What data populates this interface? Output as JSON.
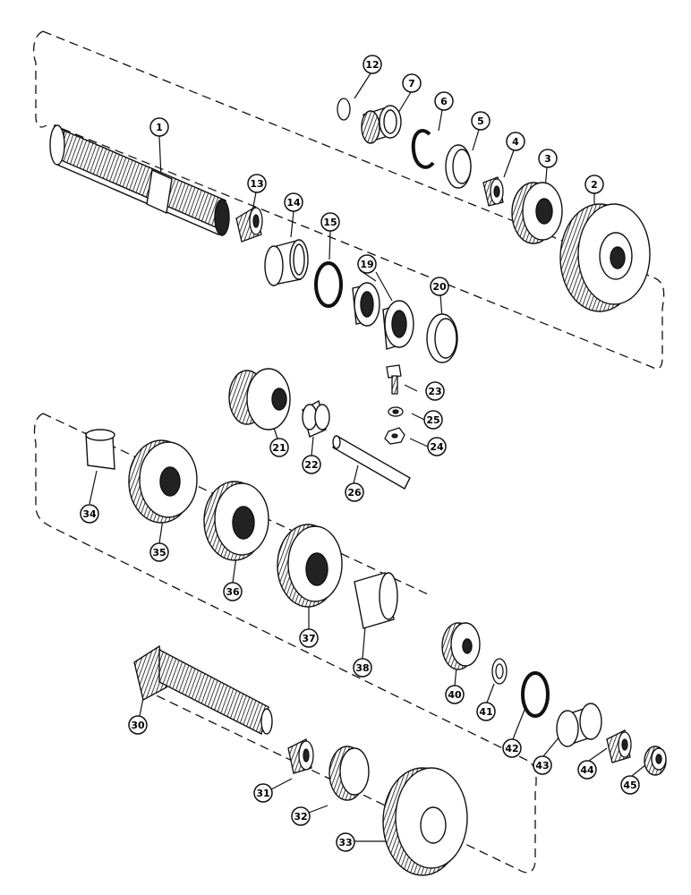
{
  "diagram": {
    "callouts": [
      {
        "id": "c1",
        "label": "1"
      },
      {
        "id": "c2",
        "label": "2"
      },
      {
        "id": "c3",
        "label": "3"
      },
      {
        "id": "c4",
        "label": "4"
      },
      {
        "id": "c5",
        "label": "5"
      },
      {
        "id": "c6",
        "label": "6"
      },
      {
        "id": "c7",
        "label": "7"
      },
      {
        "id": "c12",
        "label": "12"
      },
      {
        "id": "c13",
        "label": "13"
      },
      {
        "id": "c14",
        "label": "14"
      },
      {
        "id": "c15",
        "label": "15"
      },
      {
        "id": "c19",
        "label": "19"
      },
      {
        "id": "c20",
        "label": "20"
      },
      {
        "id": "c21",
        "label": "21"
      },
      {
        "id": "c22",
        "label": "22"
      },
      {
        "id": "c23",
        "label": "23"
      },
      {
        "id": "c24",
        "label": "24"
      },
      {
        "id": "c25",
        "label": "25"
      },
      {
        "id": "c26",
        "label": "26"
      },
      {
        "id": "c30",
        "label": "30"
      },
      {
        "id": "c31",
        "label": "31"
      },
      {
        "id": "c32",
        "label": "32"
      },
      {
        "id": "c33",
        "label": "33"
      },
      {
        "id": "c34",
        "label": "34"
      },
      {
        "id": "c35",
        "label": "35"
      },
      {
        "id": "c36",
        "label": "36"
      },
      {
        "id": "c37",
        "label": "37"
      },
      {
        "id": "c38",
        "label": "38"
      },
      {
        "id": "c40",
        "label": "40"
      },
      {
        "id": "c41",
        "label": "41"
      },
      {
        "id": "c42",
        "label": "42"
      },
      {
        "id": "c43",
        "label": "43"
      },
      {
        "id": "c44",
        "label": "44"
      },
      {
        "id": "c45",
        "label": "45"
      }
    ],
    "colors": {
      "ink": "#111111",
      "paper": "#ffffff"
    }
  }
}
